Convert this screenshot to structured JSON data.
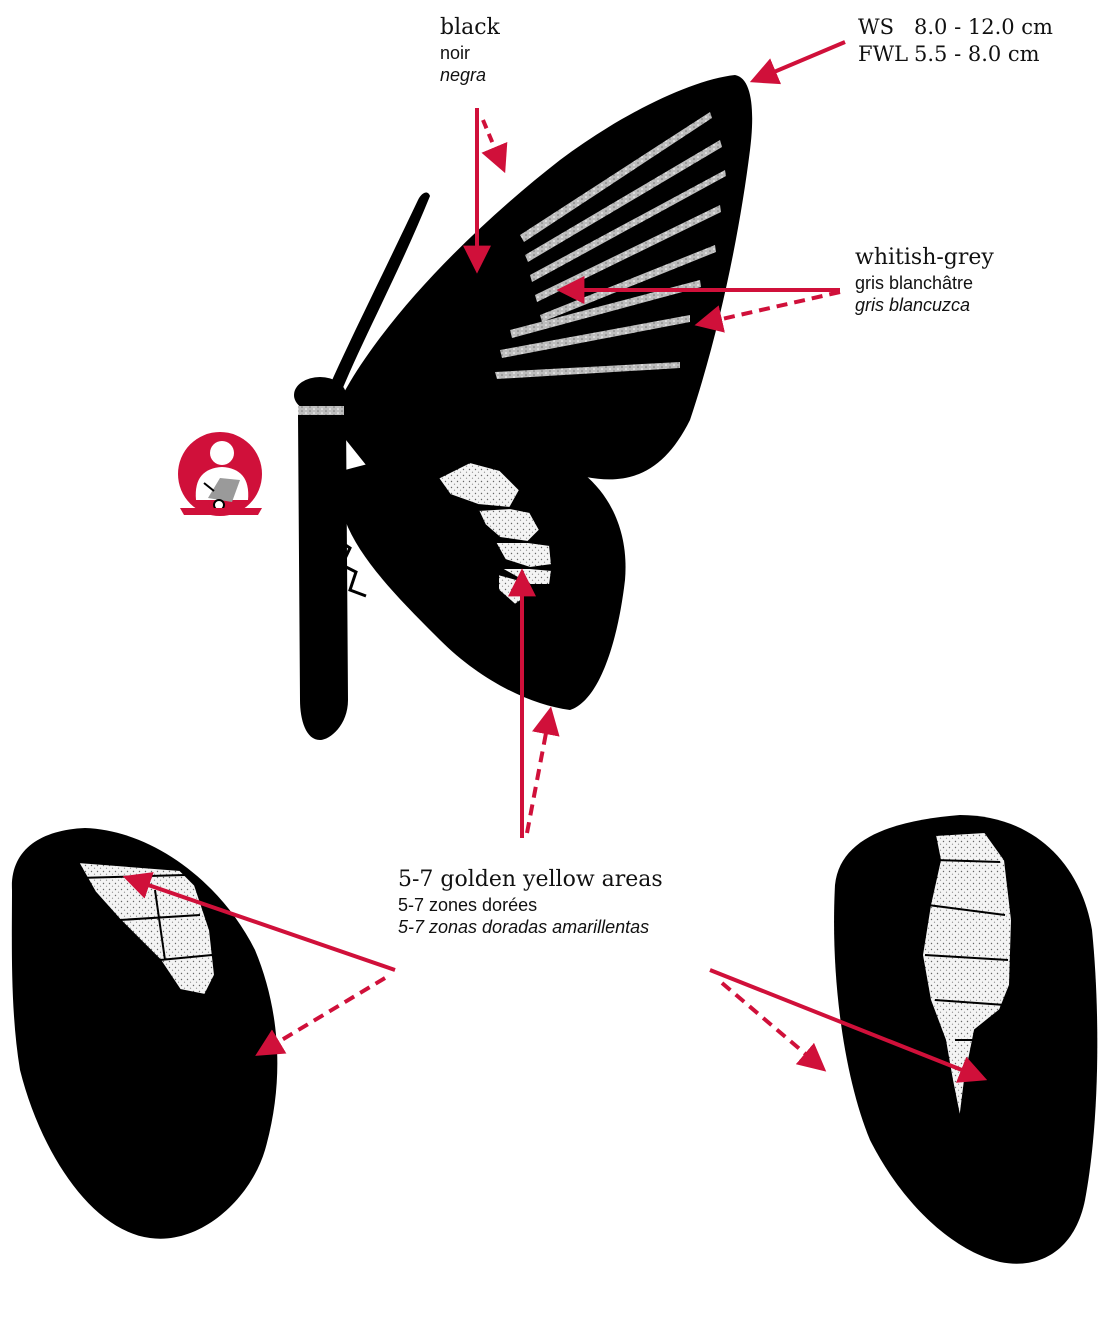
{
  "measurements": {
    "ws_label": "WS",
    "ws_value": "8.0 - 12.0 cm",
    "fwl_label": "FWL",
    "fwl_value": "5.5 - 8.0 cm"
  },
  "labels": {
    "black": {
      "en": "black",
      "fr": "noir",
      "es": "negra"
    },
    "whitish_grey": {
      "en": "whitish-grey",
      "fr": "gris blanchâtre",
      "es": "gris blancuzca"
    },
    "golden_yellow": {
      "en": "5-7 golden yellow areas",
      "fr": "5-7 zones dorées",
      "es": "5-7 zonas doradas amarillentas"
    }
  },
  "colors": {
    "arrow": "#d0103a",
    "wing": "#000000",
    "spot": "#f4f4f4",
    "badge": "#d0103a"
  },
  "icons": {
    "badge": "reader-with-document-icon"
  }
}
